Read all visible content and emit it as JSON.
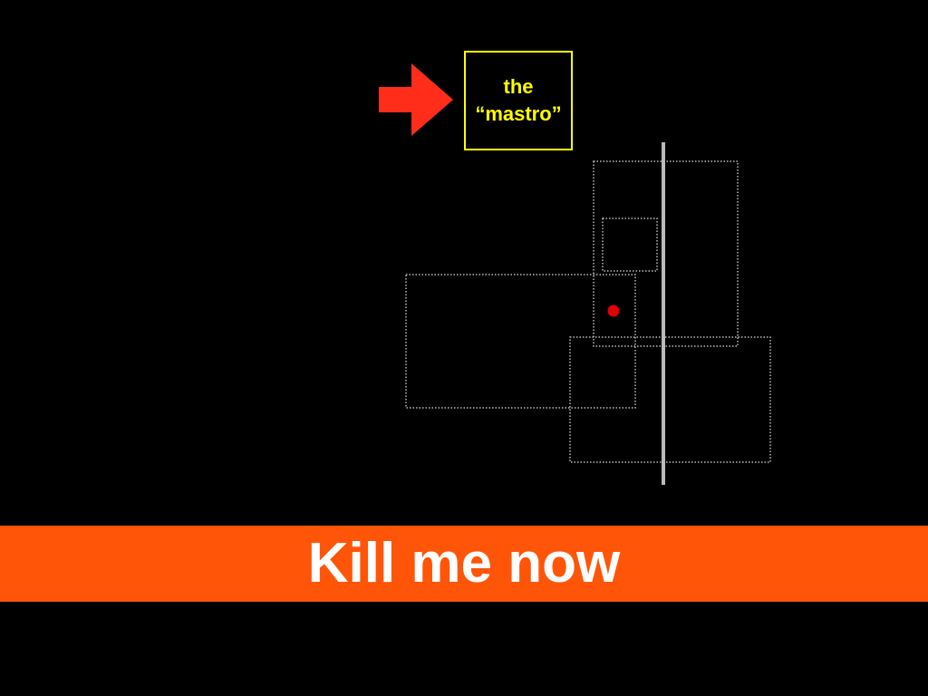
{
  "label_box": {
    "line1": "the",
    "line2": "“mastro”"
  },
  "banner": {
    "text": "Kill me now"
  },
  "colors": {
    "background": "#000000",
    "arrow": "#FF2D1A",
    "label": "#FFFF00",
    "dotted_outline": "#BBBBBB",
    "divider": "#BBBBBB",
    "dot": "#E00000",
    "banner": "#FF5508",
    "banner_text": "#FFFFFF"
  },
  "icons": {
    "pointer": "right-arrow-icon"
  }
}
